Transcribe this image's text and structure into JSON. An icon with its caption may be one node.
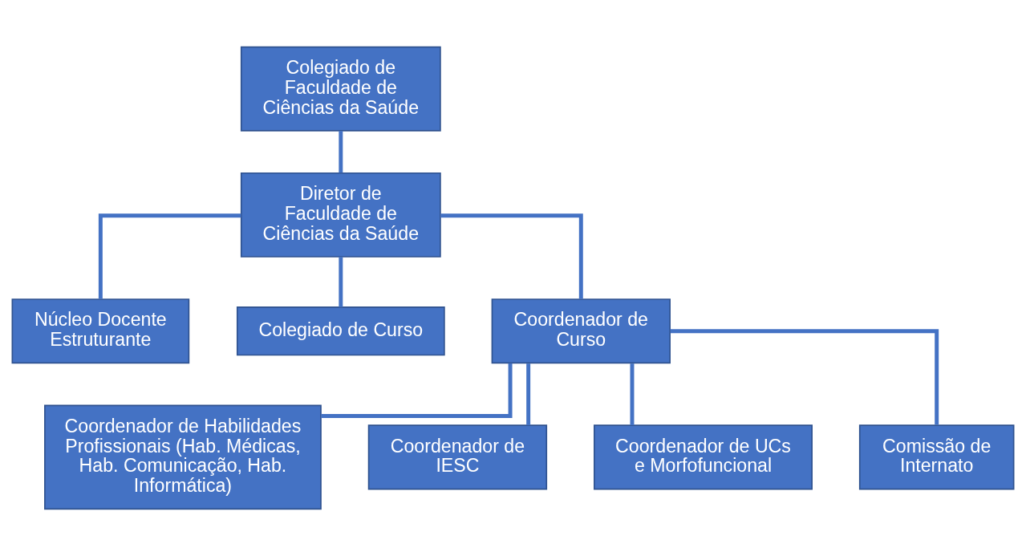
{
  "diagram": {
    "nodes": [
      {
        "text": [
          "Colegiado de Faculdade de Ciências da Saúde"
        ]
      },
      {
        "text": [
          "Diretor de Faculdade de Ciências da Saúde"
        ]
      },
      {
        "text": [
          "Núcleo Docente Estruturante"
        ]
      },
      {
        "text": [
          "Colegiado de Curso"
        ]
      },
      {
        "text": [
          "Coordenador de Curso"
        ]
      },
      {
        "text": [
          "Coordenador de Habilidades Profissionais (Hab. Médicas, Hab. Comunicação, Hab. Informática)"
        ]
      },
      {
        "text": [
          "Coordenador de IESC"
        ]
      },
      {
        "text": [
          "Coordenador de UCs e Morfofuncional"
        ]
      },
      {
        "text": [
          "Comissão de Internato"
        ]
      }
    ],
    "edges": [
      {
        "from": 0,
        "to": 1,
        "arrow": "none"
      },
      {
        "from": 1,
        "to": 2,
        "arrow": "none"
      },
      {
        "from": 1,
        "to": 3,
        "arrow": "none"
      },
      {
        "from": 1,
        "to": 4,
        "arrow": "none"
      },
      {
        "from": 4,
        "to": 5,
        "arrow": "none"
      },
      {
        "from": 4,
        "to": 6,
        "arrow": "none"
      },
      {
        "from": 4,
        "to": 7,
        "arrow": "none"
      },
      {
        "from": 4,
        "to": 8,
        "arrow": "none"
      }
    ]
  }
}
